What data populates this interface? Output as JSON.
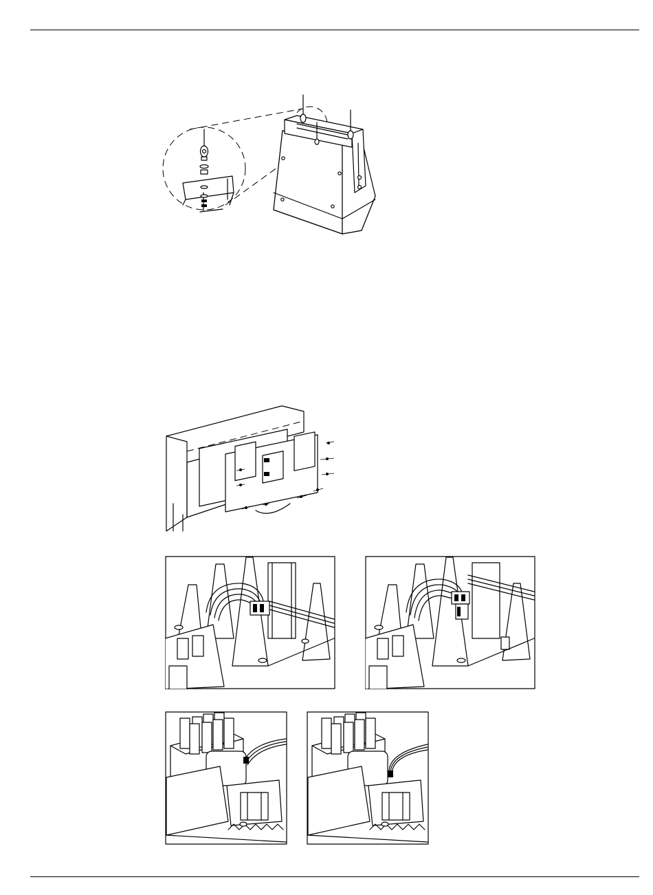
{
  "page": {
    "figures": [
      {
        "id": "fig-eyebolt-mounting",
        "icon": "eyebolt-mounting-illustration"
      },
      {
        "id": "fig-panel-screws",
        "icon": "panel-cover-screws-illustration"
      },
      {
        "id": "fig-connector-a",
        "icon": "connector-wiring-illustration"
      },
      {
        "id": "fig-connector-b",
        "icon": "connector-wiring-illustration"
      },
      {
        "id": "fig-capacitor-a",
        "icon": "capacitor-bank-illustration"
      },
      {
        "id": "fig-capacitor-b",
        "icon": "capacitor-bank-illustration"
      }
    ],
    "ink_color": "#000000",
    "paper_color": "#ffffff"
  }
}
